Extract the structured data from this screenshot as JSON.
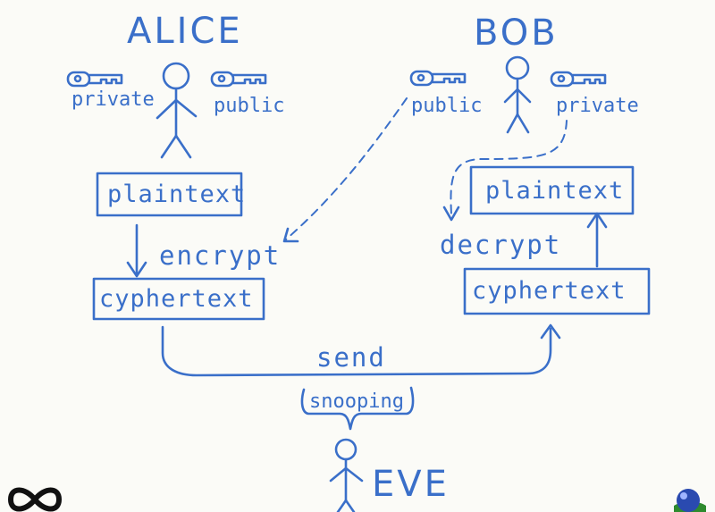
{
  "alice": {
    "name": "ALICE",
    "private_key_label": "private",
    "public_key_label": "public",
    "plaintext": "plaintext",
    "ciphertext": "cyphertext",
    "operation": "encrypt"
  },
  "bob": {
    "name": "BOB",
    "public_key_label": "public",
    "private_key_label": "private",
    "plaintext": "plaintext",
    "ciphertext": "cyphertext",
    "operation": "decrypt"
  },
  "channel": {
    "send_label": "send",
    "snoop_label": "snooping"
  },
  "eve": {
    "name": "EVE"
  },
  "colors": {
    "ink": "#3a6fc9",
    "paper": "#fbfbf7",
    "logo_left": "#111111",
    "logo_right_sphere": "#2a4ab0",
    "logo_right_base": "#2e8b2e"
  },
  "icons": {
    "bottom_left": "infinity-logo-icon",
    "bottom_right": "sphere-logo-icon",
    "keys": "key-icon",
    "people": "stick-figure-icon"
  }
}
